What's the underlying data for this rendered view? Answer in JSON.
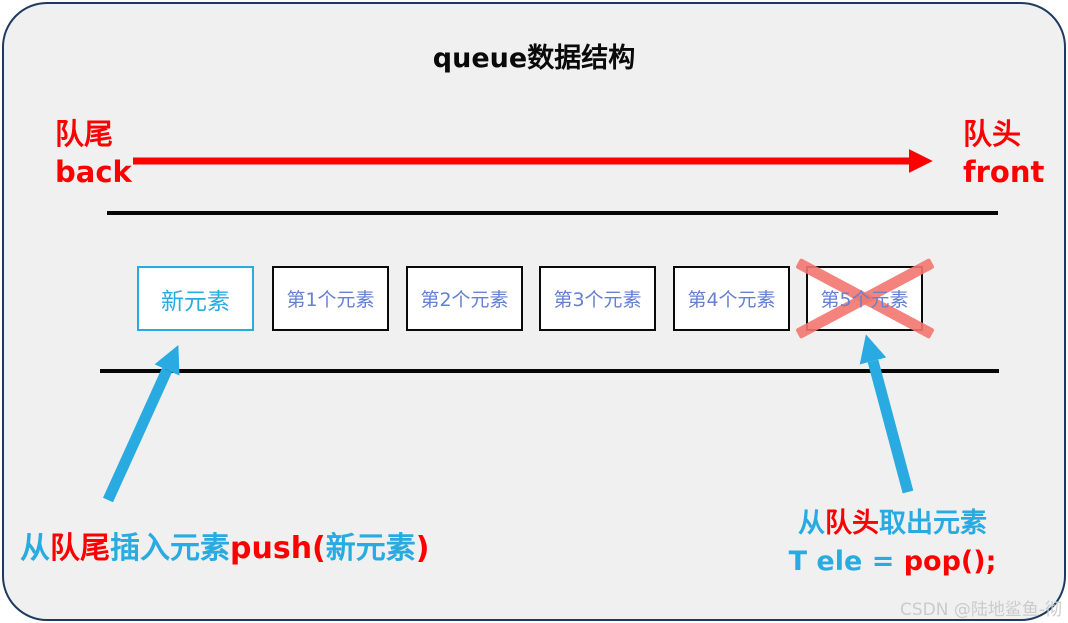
{
  "title": "queue数据结构",
  "back_label": {
    "line1": "队尾",
    "line2": "back"
  },
  "front_label": {
    "line1": "队头",
    "line2": "front"
  },
  "queue": {
    "boxes": [
      {
        "label": "新元素"
      },
      {
        "label": "第1个元素"
      },
      {
        "label": "第2个元素"
      },
      {
        "label": "第3个元素"
      },
      {
        "label": "第4个元素"
      },
      {
        "label": "第5个元素"
      }
    ],
    "crossed_out_box": "第5个元素"
  },
  "push_caption": {
    "segments": [
      {
        "text": "从",
        "color": "blue"
      },
      {
        "text": "队尾",
        "color": "red"
      },
      {
        "text": "插入元素",
        "color": "blue"
      },
      {
        "text": "push(",
        "color": "red"
      },
      {
        "text": "新元素",
        "color": "blue"
      },
      {
        "text": ")",
        "color": "red"
      }
    ]
  },
  "pop_caption": {
    "line1": [
      {
        "text": "从",
        "color": "blue"
      },
      {
        "text": "队头",
        "color": "red"
      },
      {
        "text": "取出元素",
        "color": "blue"
      }
    ],
    "line2": [
      {
        "text": "T ele = ",
        "color": "blue"
      },
      {
        "text": "pop();",
        "color": "red"
      }
    ]
  },
  "watermark": "CSDN @陆地鲨鱼-彻",
  "colors": {
    "blue": "#29abe2",
    "red": "#fe0000",
    "new_box_accent": "#29abe2",
    "box_text": "#6680d2",
    "cross_mark": "#f2756e",
    "panel_border": "#1e3a5f",
    "panel_bg": "#f0f0f0"
  }
}
